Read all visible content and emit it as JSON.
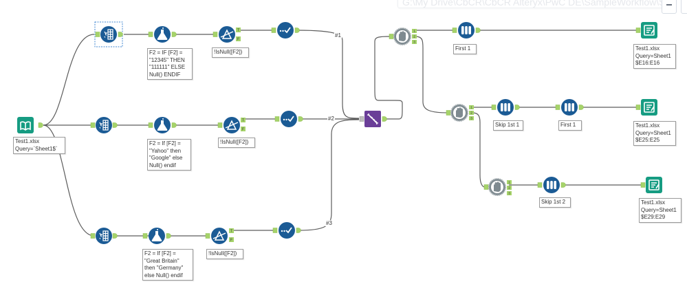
{
  "window": {
    "path_text": "G:\\My Drive\\CbCR\\CbCR Alteryx\\PwC DE\\SampleWorkflow\\SampleWorkflow",
    "minimize_label": "minimize"
  },
  "colors": {
    "tool_blue": "#1b5b95",
    "input_green": "#169c82",
    "join_purple": "#6a3e98",
    "sample_gray": "#7e8a90",
    "anchor_green": "#a6d36a",
    "connection": "#5c5c5c"
  },
  "tools": {
    "input": {
      "name": "Input Data",
      "icon": "book-icon",
      "annotation": "Test1.xlsx\nQuery=`Sheet1$`"
    },
    "branch1": {
      "select": {
        "icon": "select-icon",
        "selected": true
      },
      "formula": {
        "icon": "formula-flask-icon",
        "annotation": "F2 = IF [F2] =\n\"12345\" THEN\n\"111111\" ELSE\nNull() ENDIF"
      },
      "filter": {
        "icon": "filter-icon",
        "annotation": "!IsNull([F2])",
        "anchor_true": "T",
        "anchor_false": "F"
      },
      "select_records": {
        "icon": "checkmark-icon"
      },
      "connection_label": "#1"
    },
    "branch2": {
      "select": {
        "icon": "select-icon",
        "selected": false
      },
      "formula": {
        "icon": "formula-flask-icon",
        "annotation": "F2 = If [F2] =\n\"Yahoo\" then\n\"Google\" else\nNull() endif"
      },
      "filter": {
        "icon": "filter-icon",
        "annotation": "!IsNull([F2])",
        "anchor_true": "T",
        "anchor_false": "F"
      },
      "select_records": {
        "icon": "checkmark-icon"
      },
      "connection_label": "#2"
    },
    "branch3": {
      "select": {
        "icon": "select-icon",
        "selected": false
      },
      "formula": {
        "icon": "formula-flask-icon",
        "annotation": "F2 = If [F2] =\n\"Great Britain\"\nthen \"Germany\"\nelse Null() endif"
      },
      "filter": {
        "icon": "filter-icon",
        "annotation": "!IsNull([F2])",
        "anchor_true": "T",
        "anchor_false": "F"
      },
      "select_records": {
        "icon": "checkmark-icon"
      },
      "connection_label": "#3"
    },
    "union": {
      "icon": "dna-union-icon"
    },
    "detour1": {
      "icon": "hand-icon",
      "anchors": [
        "1",
        "2",
        "3"
      ]
    },
    "detour2": {
      "icon": "hand-icon",
      "anchors": [
        "1",
        "2",
        "3"
      ]
    },
    "detour3": {
      "icon": "hand-icon",
      "anchors": [
        "1",
        "2",
        "3"
      ]
    },
    "sample_first1_top": {
      "icon": "sample-tubes-icon",
      "annotation": "First 1"
    },
    "sample_skip1": {
      "icon": "sample-tubes-icon",
      "annotation": "Skip 1st 1"
    },
    "sample_first1_mid": {
      "icon": "sample-tubes-icon",
      "annotation": "First 1"
    },
    "sample_skip2": {
      "icon": "sample-tubes-icon",
      "annotation": "Skip 1st 2"
    },
    "output1": {
      "icon": "output-file-icon",
      "annotation": "Test1.xlsx\nQuery=Sheet1\n$E16:E16"
    },
    "output2": {
      "icon": "output-file-icon",
      "annotation": "Test1.xlsx\nQuery=Sheet1\n$E25:E25"
    },
    "output3": {
      "icon": "output-file-icon",
      "annotation": "Test1.xlsx\nQuery=Sheet1\n$E29:E29"
    }
  }
}
